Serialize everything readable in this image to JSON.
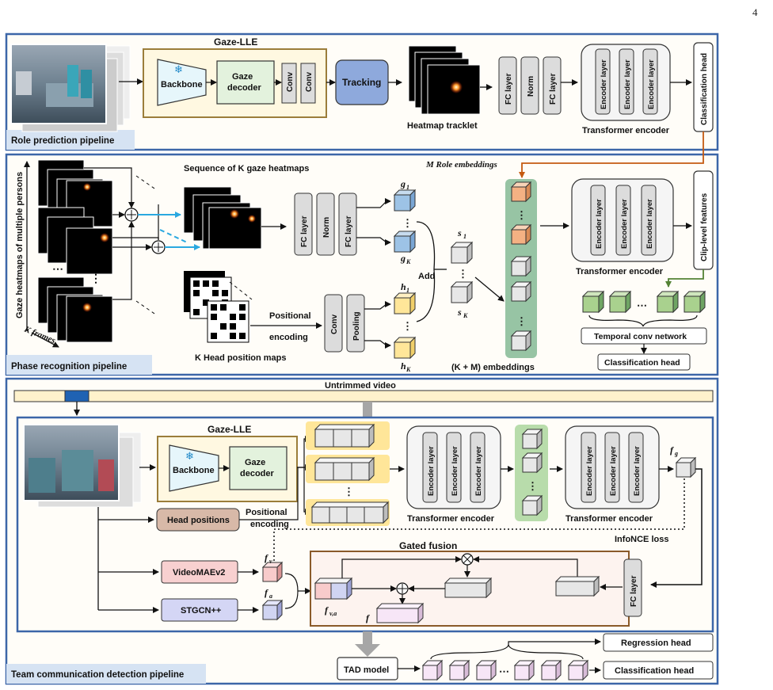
{
  "page_number": "4",
  "sections": {
    "role": "Role prediction pipeline",
    "phase": "Phase recognition pipeline",
    "team": "Team communication detection pipeline"
  },
  "blocks": {
    "gaze_lle": "Gaze-LLE",
    "backbone": "Backbone",
    "gaze_decoder_1": "Gaze",
    "gaze_decoder_2": "decoder",
    "conv": "Conv",
    "tracking": "Tracking",
    "fc_layer": "FC layer",
    "norm": "Norm",
    "encoder_layer": "Encoder layer",
    "transformer_encoder": "Transformer encoder",
    "classification_head": "Classification head",
    "heatmap_tracklet": "Heatmap tracklet",
    "pooling": "Pooling",
    "clip_level_features": "Clip-level features",
    "temporal_conv_network": "Temporal conv network",
    "head_positions": "Head positions",
    "videomaev2": "VideoMAEv2",
    "stgcn": "STGCN++",
    "gated_fusion": "Gated fusion",
    "infonce_loss": "InfoNCE loss",
    "tad_model": "TAD model",
    "regression_head": "Regression head",
    "untrimmed_video": "Untrimmed video"
  },
  "labels": {
    "seq_k_heatmaps": "Sequence of K gaze heatmaps",
    "gaze_heatmaps_multi": "Gaze heatmaps of multiple persons",
    "k_frames": "K frames",
    "k_head_position_maps": "K Head position maps",
    "positional": "Positional",
    "encoding": "encoding",
    "add": "Add",
    "m_role_embeddings": "M Role embeddings",
    "km_embeddings": "(K + M) embeddings"
  },
  "symbols": {
    "g1": "g",
    "g1_sub": "1",
    "gk": "g",
    "gk_sub": "K",
    "h1": "h",
    "h1_sub": "1",
    "hk": "h",
    "hk_sub": "K",
    "s1": "s",
    "s1_sub": "1",
    "sk": "s",
    "sk_sub": "K",
    "fv": "f",
    "fv_sub": "v",
    "fa": "f",
    "fa_sub": "a",
    "fva": "f",
    "fva_sub": "v,a",
    "fg": "f",
    "fg_sub": "g",
    "f": "f",
    "dots": "⋯",
    "vdots": "⋮"
  },
  "colors": {
    "frame_blue": "#3c66a8",
    "gaze_lle_fill": "#fff8e1",
    "gaze_lle_border": "#9b7d3a",
    "backbone_fill": "#e6f6fb",
    "decoder_fill": "#e3f2dd",
    "tracking_fill": "#8ea9dc",
    "block_gray": "#dcdcdc",
    "cube_blue": "#9dc3e6",
    "cube_yellow": "#ffe699",
    "cube_orange": "#f4b183",
    "cube_gray": "#e7e7e7",
    "cube_teal": "#a9d18e",
    "cube_pink": "#f8cbcb",
    "cube_lavender": "#d0d4f2",
    "cube_lightpink": "#f7e6f7",
    "role_emb_fill": "#97c4a4",
    "head_pos_fill": "#d8b9a8",
    "videomae_fill": "#f8d0d0",
    "stgcn_fill": "#d4d6f5",
    "gated_border": "#8a5a2a",
    "gated_fill": "#fdf3ef",
    "section_label_bg": "#d6e3f3",
    "orange_arrow": "#c55a11",
    "green_arrow": "#548235",
    "cyan_arrow": "#2aa8e0"
  }
}
